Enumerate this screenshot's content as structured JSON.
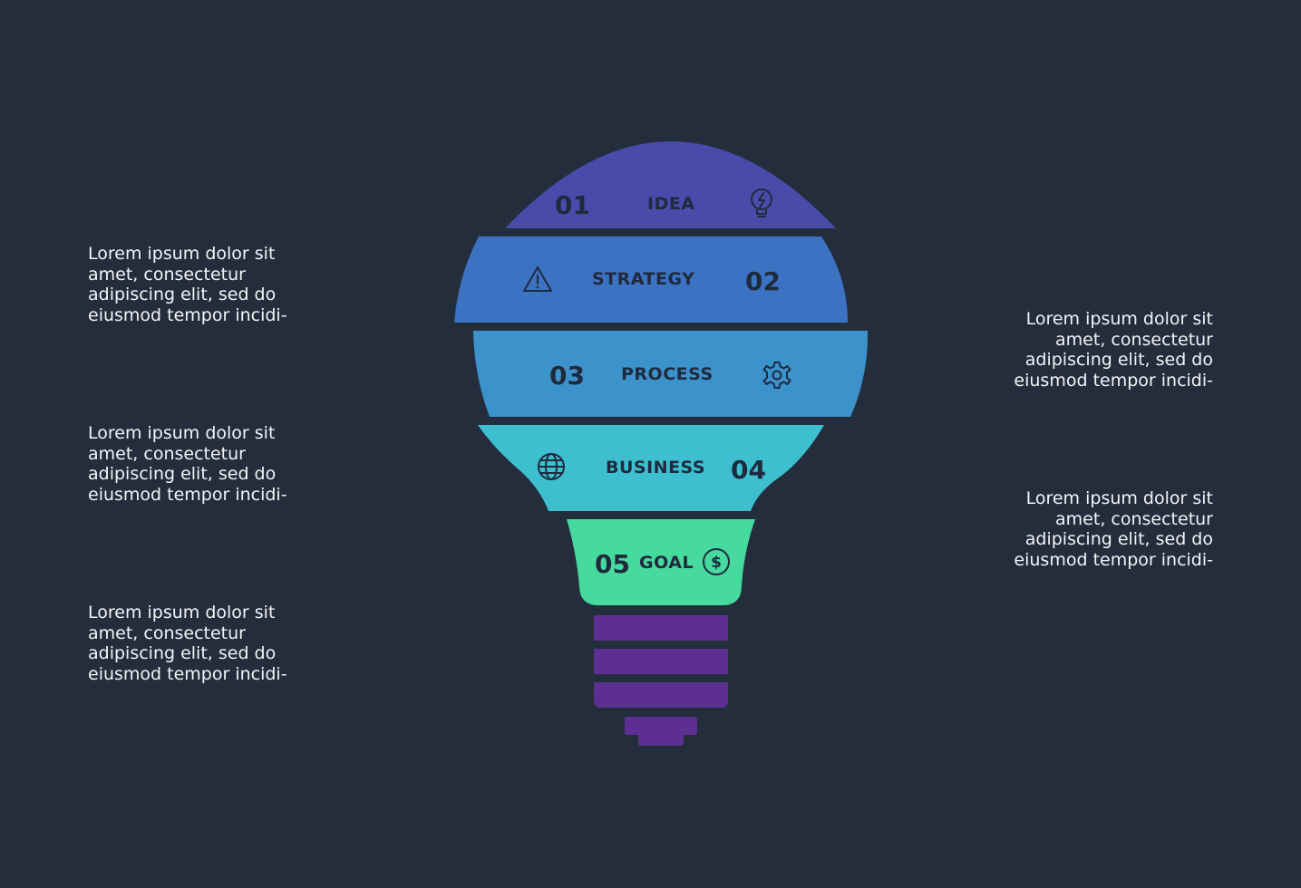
{
  "steps": [
    {
      "number": "01",
      "label": "IDEA",
      "icon": "lightbulb-icon",
      "color": "#4a4aab"
    },
    {
      "number": "02",
      "label": "STRATEGY",
      "icon": "warning-icon",
      "color": "#3c72c2"
    },
    {
      "number": "03",
      "label": "PROCESS",
      "icon": "gear-icon",
      "color": "#3c92ca"
    },
    {
      "number": "04",
      "label": "BUSINESS",
      "icon": "globe-icon",
      "color": "#3dbfcf"
    },
    {
      "number": "05",
      "label": "GOAL",
      "icon": "dollar-icon",
      "color": "#46da9f"
    }
  ],
  "base_color": "#5e2f93",
  "descriptions": {
    "left": [
      "Lorem ipsum dolor sit\namet, consectetur\nadipiscing elit, sed do\neiusmod tempor incidi-",
      "Lorem ipsum dolor sit\namet, consectetur\nadipiscing elit, sed do\neiusmod tempor incidi-",
      "Lorem ipsum dolor sit\namet, consectetur\nadipiscing elit, sed do\neiusmod tempor incidi-"
    ],
    "right": [
      "Lorem ipsum dolor sit\namet, consectetur\nadipiscing elit, sed do\neiusmod tempor incidi-",
      "Lorem ipsum dolor sit\namet, consectetur\nadipiscing elit, sed do\neiusmod tempor incidi-"
    ]
  }
}
